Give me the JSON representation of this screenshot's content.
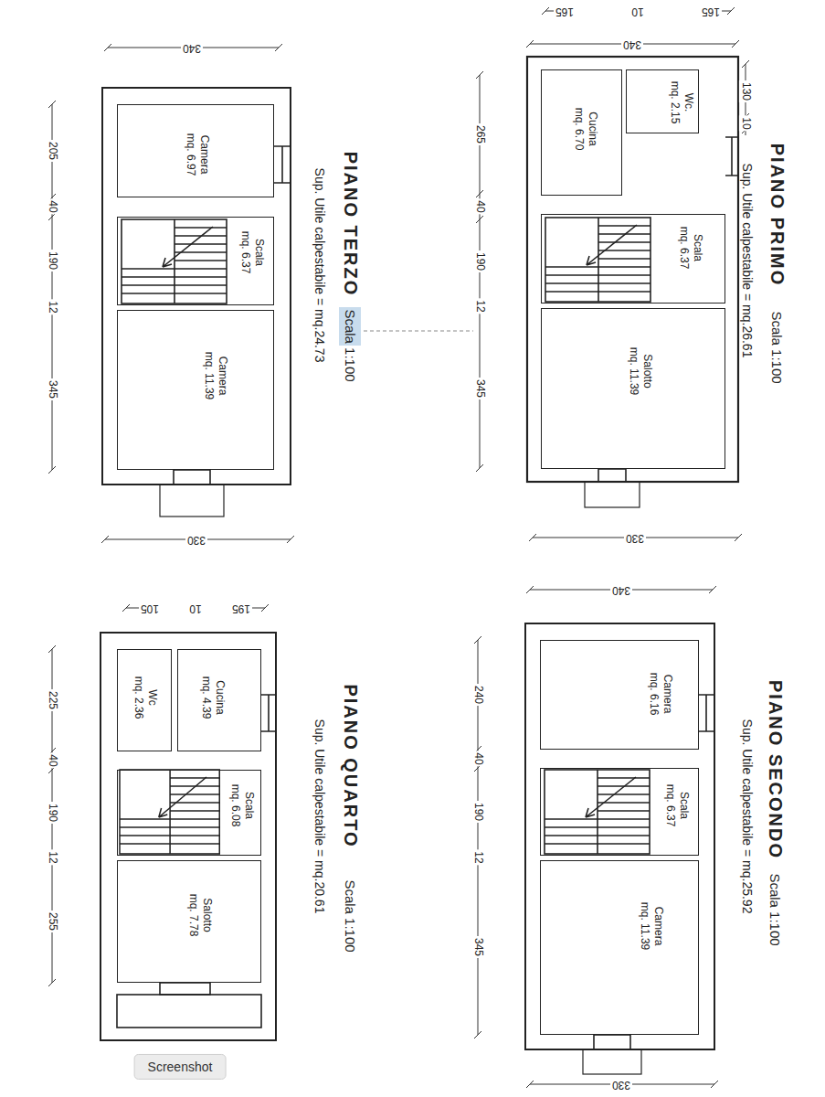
{
  "diagram": {
    "nodes": [
      {
        "text": [
          "Wc.",
          "mq. 2.15"
        ]
      },
      {
        "text": [
          "Cucina",
          "mq. 6.70"
        ]
      },
      {
        "text": [
          "Scala",
          "mq. 6.37"
        ]
      },
      {
        "text": [
          "Salotto",
          "mq. 11.39"
        ]
      },
      {
        "text": [
          "Camera",
          "mq. 6.16"
        ]
      },
      {
        "text": [
          "Scala",
          "mq. 6.37"
        ]
      },
      {
        "text": [
          "Camera",
          "mq. 11.39"
        ]
      },
      {
        "text": [
          "Camera",
          "mq. 6.97"
        ]
      },
      {
        "text": [
          "Scala",
          "mq. 6.37"
        ]
      },
      {
        "text": [
          "Camera",
          "mq. 11.39"
        ]
      },
      {
        "text": [
          "Cucina",
          "mq. 4.39"
        ]
      },
      {
        "text": [
          "Wc",
          "mq. 2.36"
        ]
      },
      {
        "text": [
          "Scala",
          "mq. 6.08"
        ]
      },
      {
        "text": [
          "Salotto",
          "mq. 7.78"
        ]
      }
    ],
    "labels": [
      "PIANO PRIMO",
      "Scala 1:100",
      "Sup. Utile calpestabile = mq.26.61",
      "165 10 165",
      "340",
      "130",
      "10",
      "265",
      "40",
      "190",
      "12",
      "345",
      "330",
      "PIANO SECONDO",
      "Scala 1:100",
      "Sup. Utile calpestabile = mq.25.92",
      "340",
      "240",
      "40",
      "190",
      "12",
      "345",
      "330",
      "PIANO TERZO",
      "Scala 1:100",
      "Sup. Utile calpestabile = mq.24.73",
      "340",
      "205",
      "40",
      "190",
      "12",
      "345",
      "330",
      "PIANO QUARTO",
      "Scala 1:100",
      "Sup. Utile calpestabile = mq.20.61",
      "195 10 105",
      "225",
      "40",
      "190",
      "12",
      "255",
      "Screenshot"
    ]
  }
}
